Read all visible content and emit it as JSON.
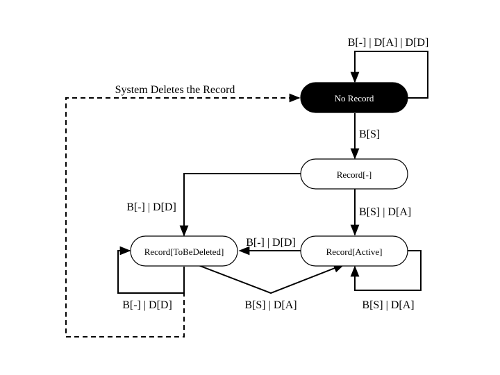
{
  "diagram": {
    "nodes": {
      "no_record": "No Record",
      "record_none": "Record[-]",
      "record_active": "Record[Active]",
      "record_tbd": "Record[ToBeDeleted]"
    },
    "edges": {
      "self_no_record": "B[-] | D[A] | D[D]",
      "system_deletes": "System Deletes the Record",
      "no_record_to_record": "B[S]",
      "record_to_tbd": "B[-] | D[D]",
      "record_to_active": "B[S] | D[A]",
      "active_to_tbd": "B[-] | D[D]",
      "tbd_to_active": "B[S] | D[A]",
      "self_tbd": "B[-] | D[D]",
      "self_active": "B[S] | D[A]"
    },
    "colors": {
      "ink": "#000000",
      "paper": "#ffffff",
      "start_fill": "#000000"
    }
  }
}
